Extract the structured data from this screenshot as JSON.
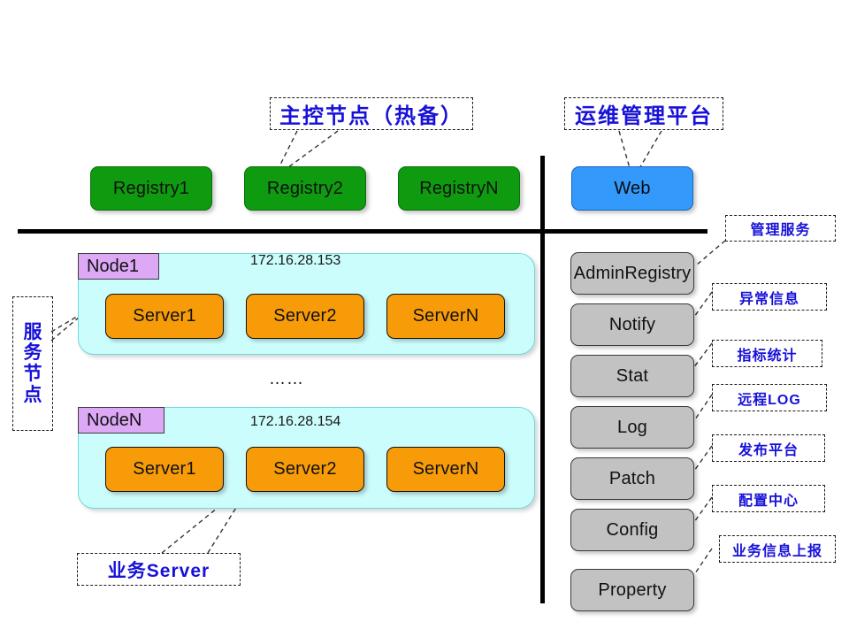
{
  "colors": {
    "registry_green": "#0f9b0f",
    "web_blue": "#3399fb",
    "server_orange": "#f79b09",
    "node_cyan": "#ccfdfd",
    "node_tag_purple": "#dda9f7",
    "service_gray": "#c2c2c2",
    "annotation_blue": "#1711d8",
    "rule_black": "#000000"
  },
  "callouts": {
    "master_nodes": "主控节点（热备）",
    "ops_platform": "运维管理平台",
    "service_nodes": "服务节点",
    "service_nodes_chars": [
      "服",
      "务",
      "节",
      "点"
    ],
    "business_server": "业务Server"
  },
  "registries": [
    {
      "label": "Registry1"
    },
    {
      "label": "Registry2"
    },
    {
      "label": "RegistryN"
    }
  ],
  "web": {
    "label": "Web"
  },
  "nodes": [
    {
      "tag": "Node1",
      "ip": "172.16.28.153",
      "servers": [
        {
          "label": "Server1"
        },
        {
          "label": "Server2"
        },
        {
          "label": "ServerN"
        }
      ]
    },
    {
      "tag": "NodeN",
      "ip": "172.16.28.154",
      "servers": [
        {
          "label": "Server1"
        },
        {
          "label": "Server2"
        },
        {
          "label": "ServerN"
        }
      ]
    }
  ],
  "node_separator": "……",
  "services": [
    {
      "label": "AdminRegistry",
      "annotation": "管理服务"
    },
    {
      "label": "Notify",
      "annotation": "异常信息"
    },
    {
      "label": "Stat",
      "annotation": "指标统计"
    },
    {
      "label": "Log",
      "annotation": "远程LOG"
    },
    {
      "label": "Patch",
      "annotation": "发布平台"
    },
    {
      "label": "Config",
      "annotation": "配置中心"
    },
    {
      "label": "Property",
      "annotation": "业务信息上报"
    }
  ]
}
